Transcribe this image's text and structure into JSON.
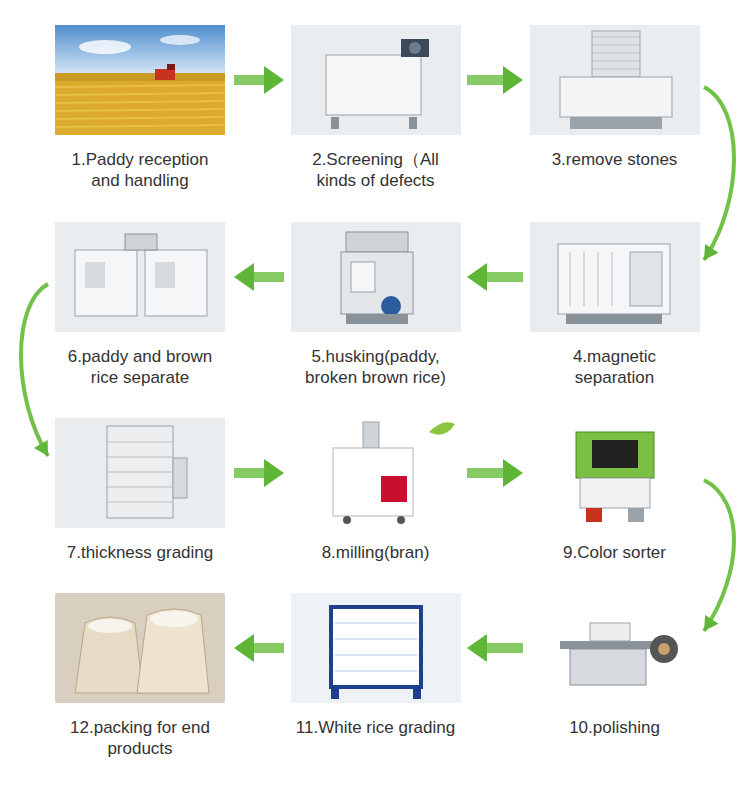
{
  "diagram": {
    "nodes": [
      {
        "text": [
          "1.Paddy reception and handling"
        ]
      },
      {
        "text": [
          "2.Screening（All kinds of defects"
        ]
      },
      {
        "text": [
          "3.remove stones"
        ]
      },
      {
        "text": [
          "4.magnetic separation"
        ]
      },
      {
        "text": [
          "5.husking(paddy, broken brown rice)"
        ]
      },
      {
        "text": [
          "6.paddy and brown rice separate"
        ]
      },
      {
        "text": [
          "7.thickness grading"
        ]
      },
      {
        "text": [
          "8.milling(bran)"
        ]
      },
      {
        "text": [
          "9.Color sorter"
        ]
      },
      {
        "text": [
          "10.polishing"
        ]
      },
      {
        "text": [
          "11.White rice grading"
        ]
      },
      {
        "text": [
          "12.packing for end products"
        ]
      }
    ],
    "edges": [
      {
        "from": 0,
        "to": 1,
        "arrow": "to"
      },
      {
        "from": 1,
        "to": 2,
        "arrow": "to"
      },
      {
        "from": 2,
        "to": 3,
        "arrow": "to"
      },
      {
        "from": 3,
        "to": 4,
        "arrow": "to"
      },
      {
        "from": 4,
        "to": 5,
        "arrow": "to"
      },
      {
        "from": 5,
        "to": 6,
        "arrow": "to"
      },
      {
        "from": 6,
        "to": 7,
        "arrow": "to"
      },
      {
        "from": 7,
        "to": 8,
        "arrow": "to"
      },
      {
        "from": 8,
        "to": 9,
        "arrow": "to"
      },
      {
        "from": 9,
        "to": 10,
        "arrow": "to"
      },
      {
        "from": 10,
        "to": 11,
        "arrow": "to"
      }
    ]
  }
}
